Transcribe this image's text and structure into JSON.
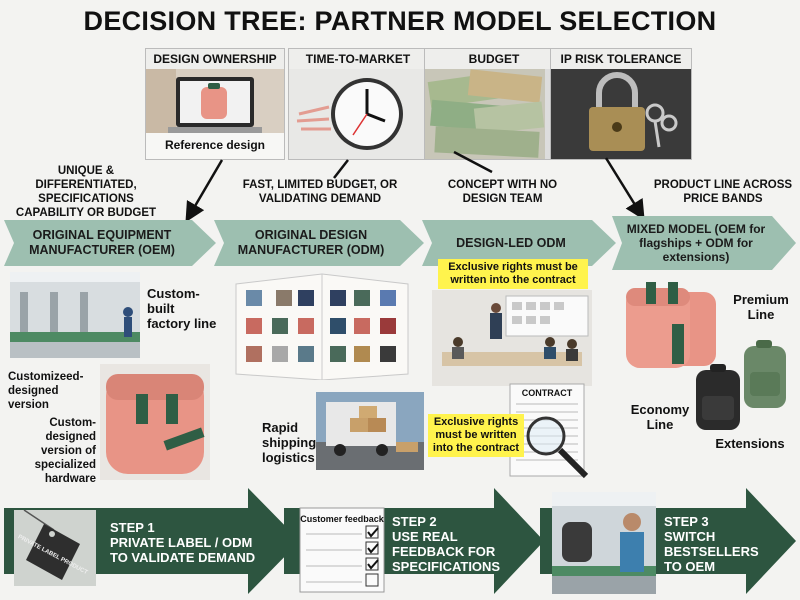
{
  "title": "DECISION TREE: PARTNER MODEL SELECTION",
  "criteria": [
    {
      "label": "DESIGN OWNERSHIP",
      "caption": "Reference design",
      "icon": "laptop-design-icon"
    },
    {
      "label": "TIME-TO-MARKET",
      "icon": "clock-icon"
    },
    {
      "label": "BUDGET",
      "icon": "money-stack-icon"
    },
    {
      "label": "IP RISK TOLERANCE",
      "icon": "padlock-icon"
    }
  ],
  "conditions": [
    "UNIQUE & DIFFERENTIATED, SPECIFICATIONS CAPABILITY OR BUDGET",
    "FAST, LIMITED BUDGET, OR VALIDATING DEMAND",
    "CONCEPT WITH NO DESIGN TEAM",
    "PRODUCT LINE ACROSS PRICE BANDS"
  ],
  "models": [
    "ORIGINAL EQUIPMENT MANUFACTURER (OEM)",
    "ORIGINAL DESIGN MANUFACTURER (ODM)",
    "DESIGN-LED ODM",
    "MIXED MODEL (OEM for flagships + ODM for extensions)"
  ],
  "oem_labels": {
    "factory": "Custom-built factory line",
    "customized": "Customizeed-designed version",
    "hardware": "Custom-designed version of specialized hardware"
  },
  "odm_labels": {
    "shipping": "Rapid shipping logistics"
  },
  "design_led": {
    "note_top": "Exclusive rights must be written into the contract",
    "contract": "CONTRACT",
    "note_bottom": "Exclusive rights must be written into the contract"
  },
  "mixed_labels": {
    "premium": "Premium Line",
    "economy": "Economy Line",
    "extensions": "Extensions"
  },
  "steps": [
    {
      "title": "STEP 1",
      "text": "PRIVATE LABEL / ODM TO VALIDATE DEMAND",
      "tag": "PRIVATE LABEL PRODUCT"
    },
    {
      "title": "STEP 2",
      "text": "USE REAL FEEDBACK FOR SPECIFICATIONS",
      "form_title": "Customer feedback"
    },
    {
      "title": "STEP 3",
      "text": "SWITCH BESTSELLERS TO OEM"
    }
  ],
  "colors": {
    "arrow": "#9dbfb0",
    "step": "#2d5540",
    "note": "#fff34d",
    "coral": "#e89486",
    "green": "#2f5e45"
  }
}
